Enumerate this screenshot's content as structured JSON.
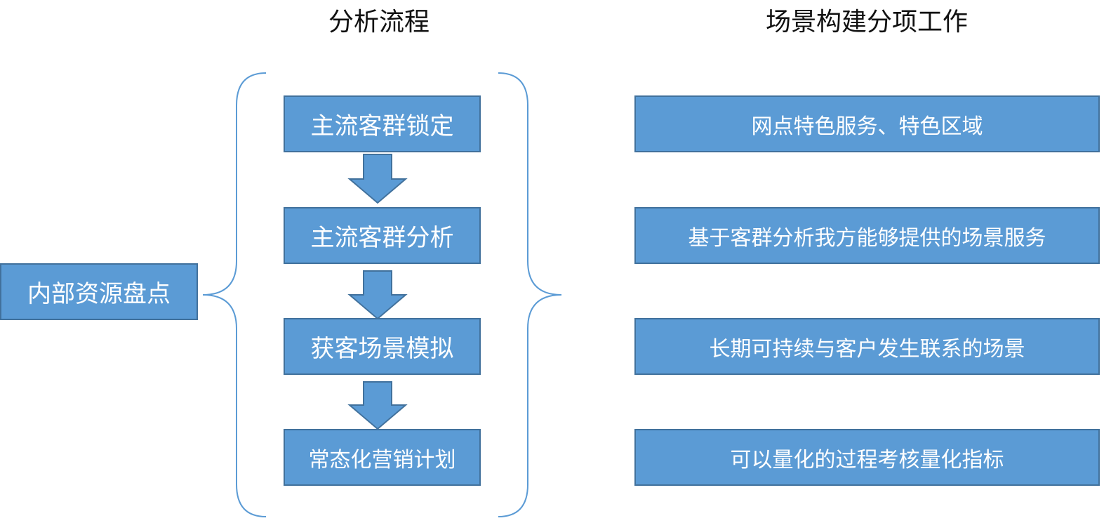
{
  "headings": {
    "process": "分析流程",
    "scene_work": "场景构建分项工作"
  },
  "root": {
    "label": "内部资源盘点"
  },
  "steps": [
    {
      "label": "主流客群锁定"
    },
    {
      "label": "主流客群分析"
    },
    {
      "label": "获客场景模拟"
    },
    {
      "label": "常态化营销计划"
    }
  ],
  "scene_tasks": [
    {
      "label": "网点特色服务、特色区域"
    },
    {
      "label": "基于客群分析我方能够提供的场景服务"
    },
    {
      "label": "长期可持续与客户发生联系的场景"
    },
    {
      "label": "可以量化的过程考核量化指标"
    }
  ],
  "colors": {
    "box_fill": "#5b9bd5",
    "box_border": "#41719c",
    "bracket_stroke": "#5b9bd5",
    "text_on_box": "#ffffff",
    "heading_text": "#111111"
  }
}
